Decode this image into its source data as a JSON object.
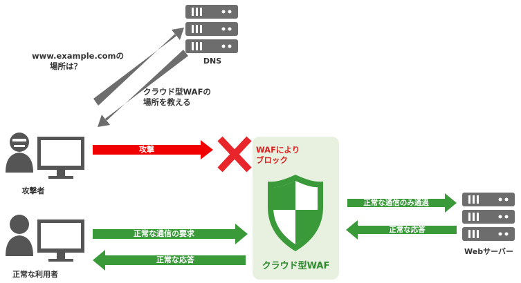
{
  "dns": {
    "label": "DNS"
  },
  "question": {
    "line1": "www.example.comの",
    "line2": "場所は？"
  },
  "answer": {
    "line1": "クラウド型WAFの",
    "line2": "場所を教える"
  },
  "attacker": {
    "label": "攻撃者"
  },
  "normal_user": {
    "label": "正常な利用者"
  },
  "attack_arrow": {
    "label": "攻撃"
  },
  "blocked": {
    "line1": "WAFにより",
    "line2": "ブロック"
  },
  "waf": {
    "label": "クラウド型WAF"
  },
  "request_arrow": {
    "label": "正常な通信の要求"
  },
  "response_arrow_left": {
    "label": "正常な応答"
  },
  "forward_arrow": {
    "label": "正常な通信のみ通過"
  },
  "response_arrow_right": {
    "label": "正常な応答"
  },
  "web_server": {
    "label": "Webサーバー"
  },
  "colors": {
    "gray": "#6d6d6d",
    "red": "#f00000",
    "green": "#3a9a3a",
    "waf_bg": "#e8f1df",
    "block_red": "#d9201f"
  }
}
